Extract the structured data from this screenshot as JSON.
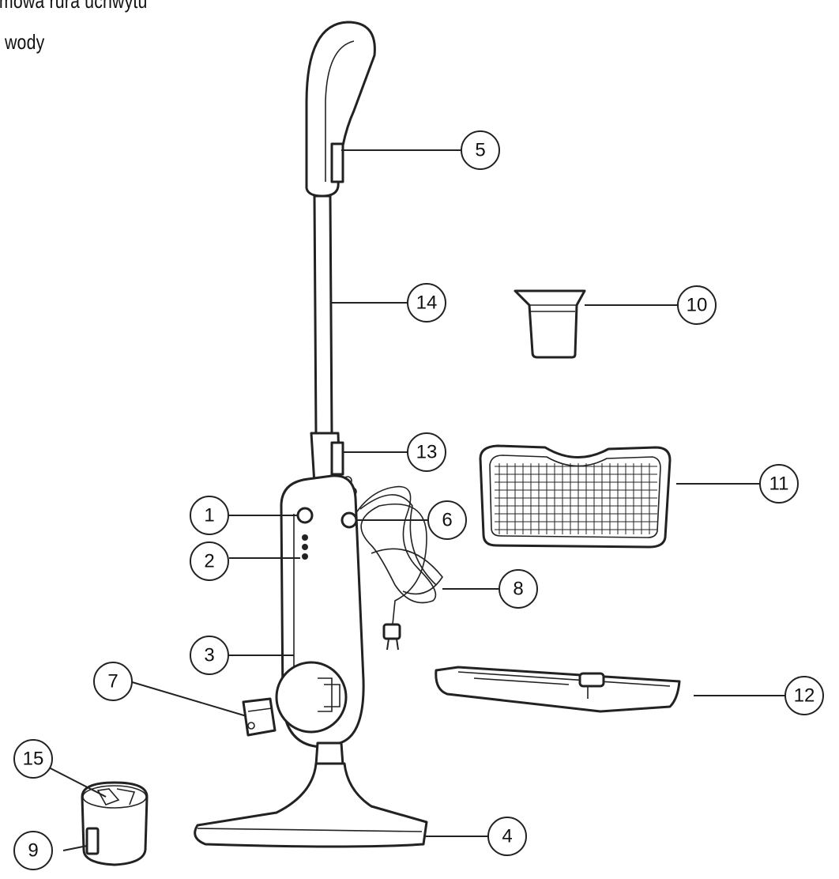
{
  "captions": {
    "line_1": "imowa rura uchwytu",
    "line_2": "wody"
  },
  "callouts": {
    "c1": "1",
    "c2": "2",
    "c3": "3",
    "c4": "4",
    "c5": "5",
    "c6": "6",
    "c7": "7",
    "c8": "8",
    "c9": "9",
    "c10": "10",
    "c11": "11",
    "c12": "12",
    "c13": "13",
    "c14": "14",
    "c15": "15"
  }
}
